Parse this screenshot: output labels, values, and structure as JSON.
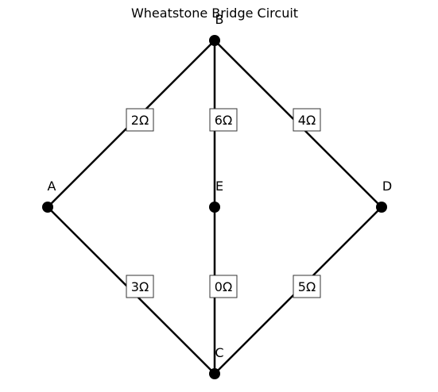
{
  "title": "Wheatstone Bridge Circuit",
  "colors": {
    "wire": "#000000",
    "node": "#000000",
    "label_box_border": "#333333",
    "label_box_fill": "#ffffff"
  },
  "nodes": [
    {
      "id": "A",
      "label": "A"
    },
    {
      "id": "B",
      "label": "B"
    },
    {
      "id": "C",
      "label": "C"
    },
    {
      "id": "D",
      "label": "D"
    },
    {
      "id": "E",
      "label": "E"
    }
  ],
  "edges": [
    {
      "from": "A",
      "to": "B",
      "label": "2Ω"
    },
    {
      "from": "B",
      "to": "E",
      "label": "6Ω"
    },
    {
      "from": "B",
      "to": "D",
      "label": "4Ω"
    },
    {
      "from": "A",
      "to": "C",
      "label": "3Ω"
    },
    {
      "from": "E",
      "to": "C",
      "label": "0Ω"
    },
    {
      "from": "D",
      "to": "C",
      "label": "5Ω"
    }
  ]
}
